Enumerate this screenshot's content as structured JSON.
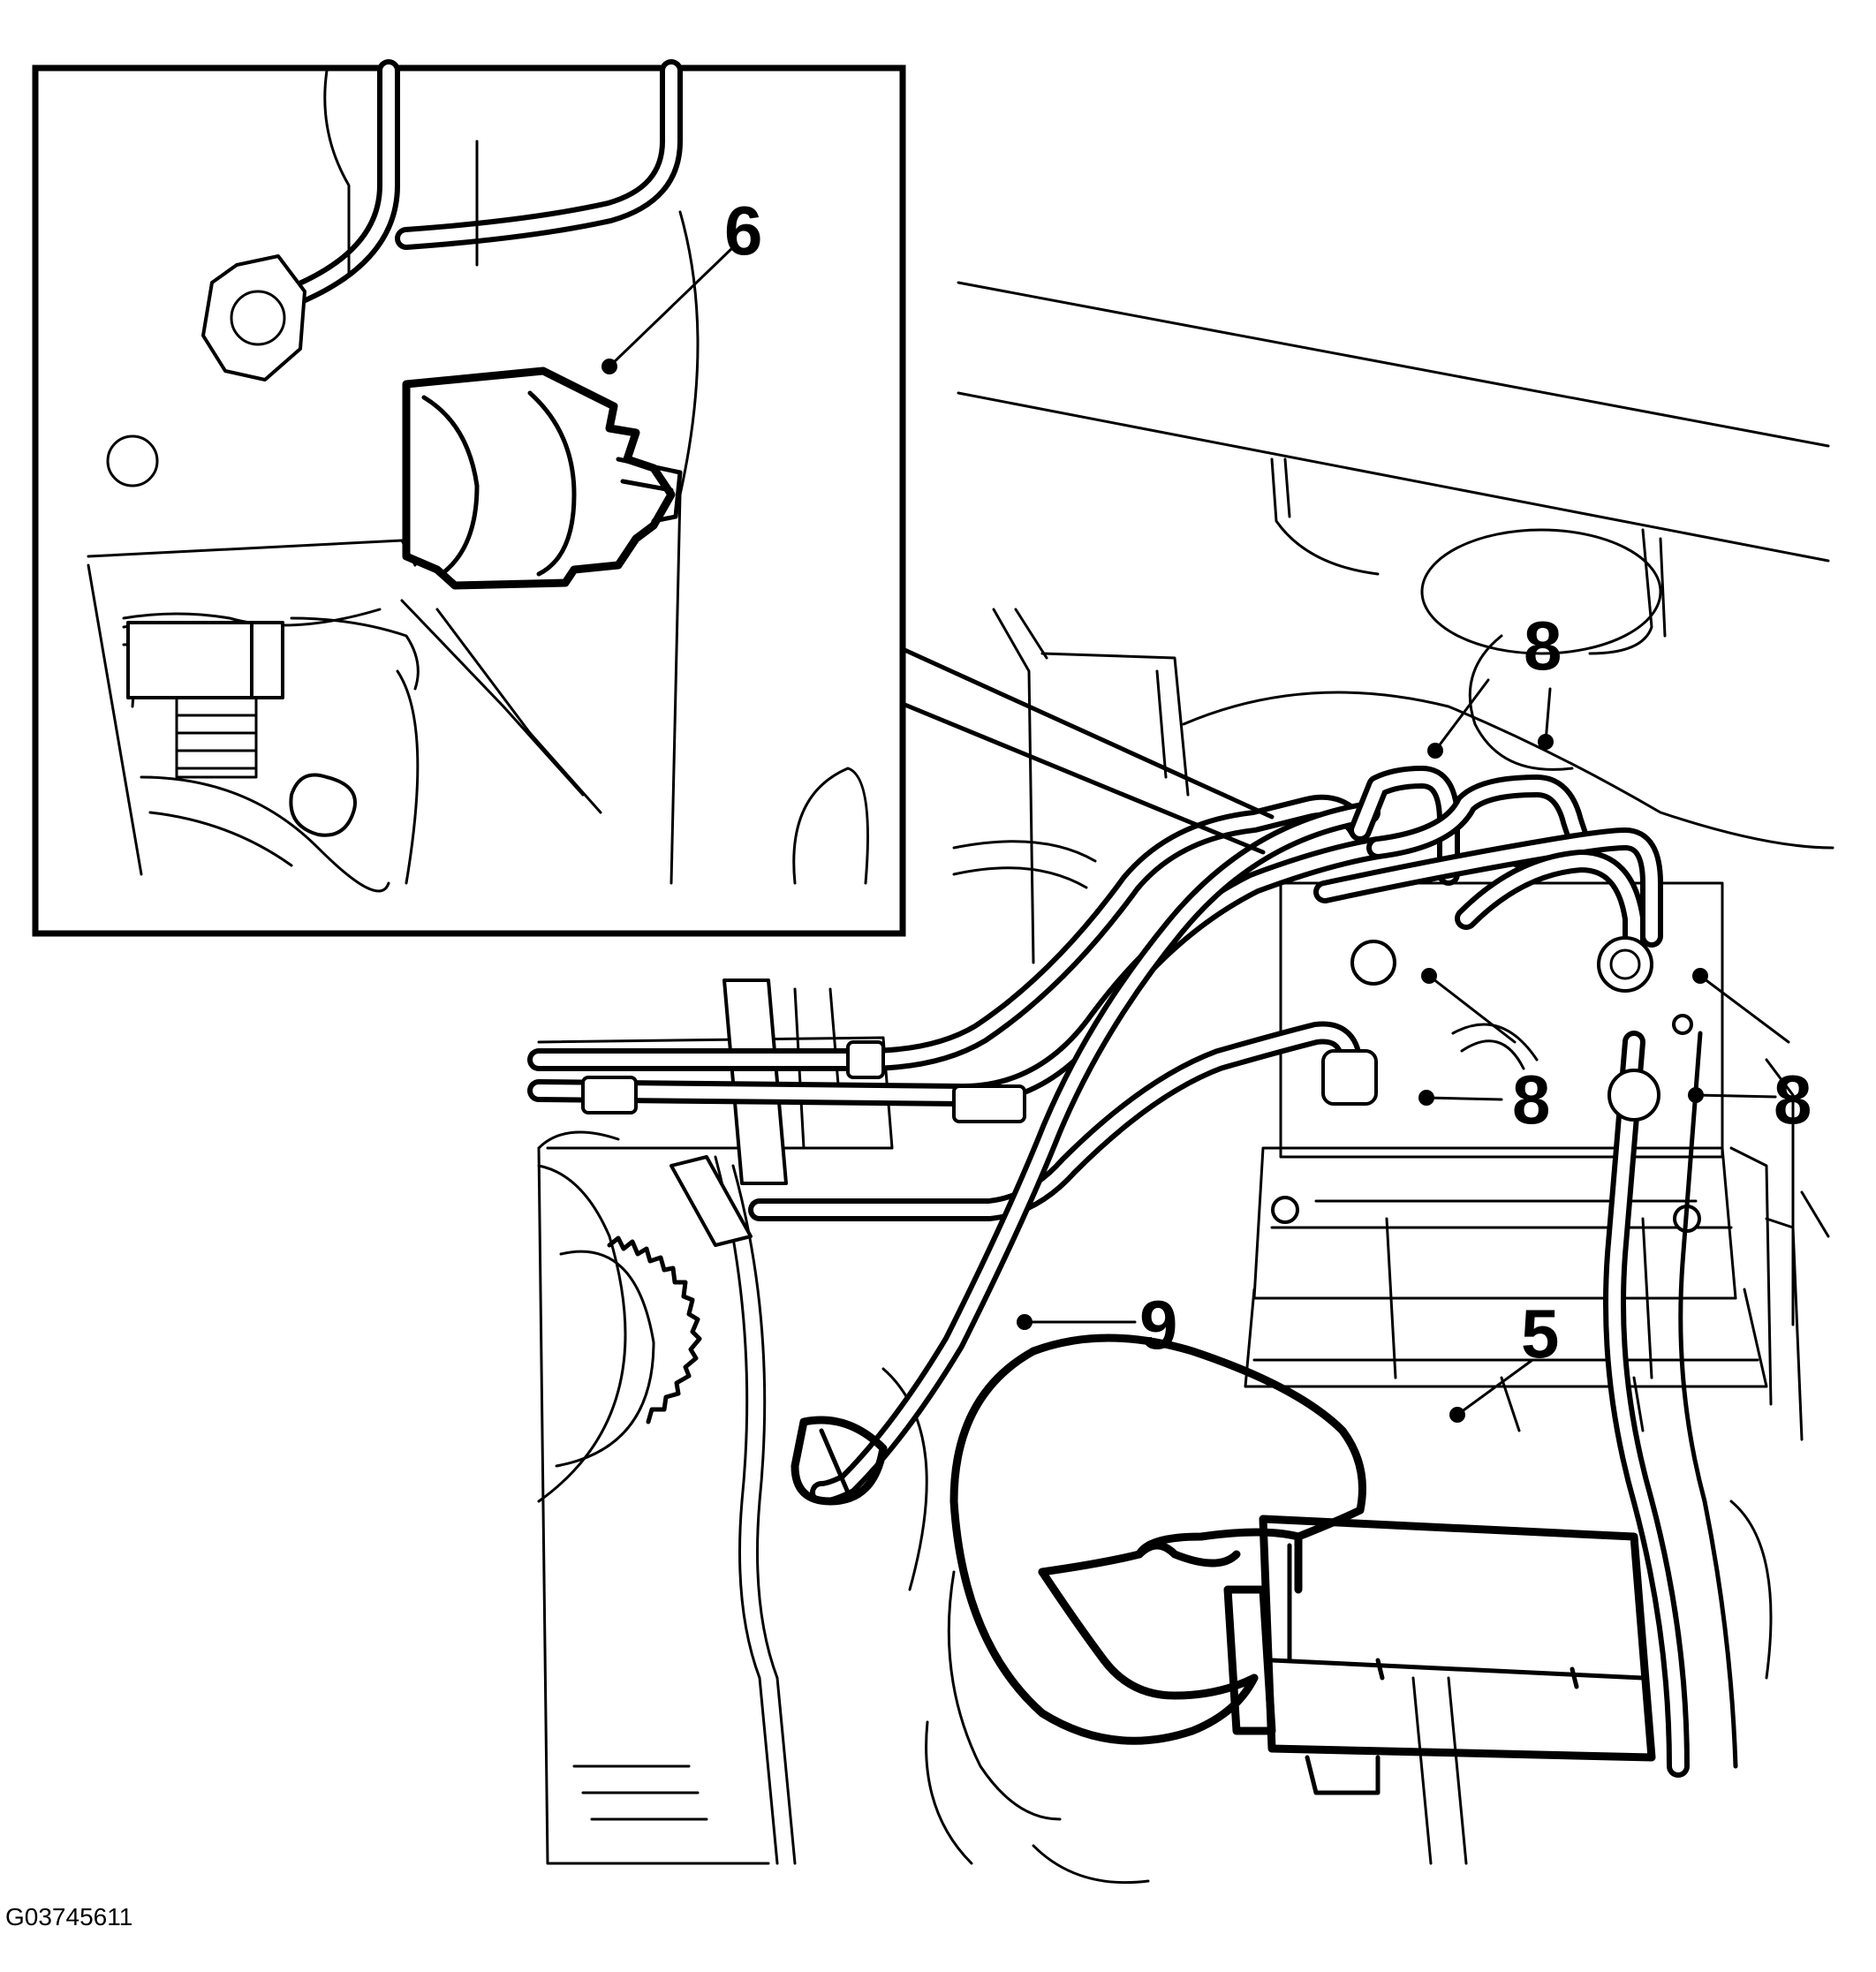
{
  "callouts": {
    "label_6": "6",
    "label_8_top": "8",
    "label_8_mid": "8",
    "label_8_right": "8",
    "label_9": "9",
    "label_5": "5"
  },
  "figure_id": "G03745611",
  "colors": {
    "line": "#000000",
    "background": "#ffffff"
  }
}
